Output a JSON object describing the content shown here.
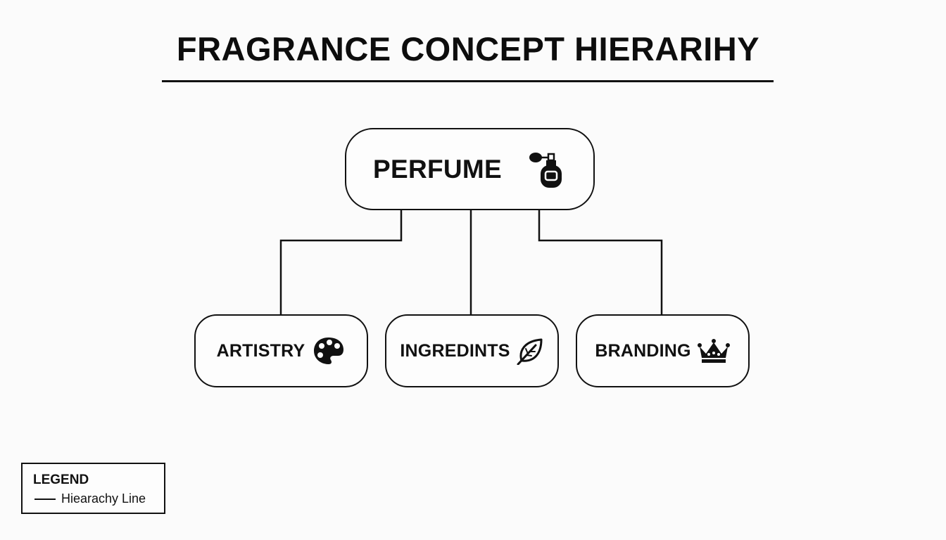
{
  "title": "FRAGRANCE CONCEPT HIERARIHY",
  "root": {
    "label": "PERFUME",
    "icon": "perfume-bottle-icon"
  },
  "children": [
    {
      "label": "ARTISTRY",
      "icon": "palette-icon"
    },
    {
      "label": "INGREDINTS",
      "icon": "leaf-icon"
    },
    {
      "label": "BRANDING",
      "icon": "crown-icon"
    }
  ],
  "legend": {
    "title": "LEGEND",
    "item_label": "Hiearachy Line"
  },
  "colors": {
    "stroke": "#111111",
    "background": "#fbfbfb"
  }
}
